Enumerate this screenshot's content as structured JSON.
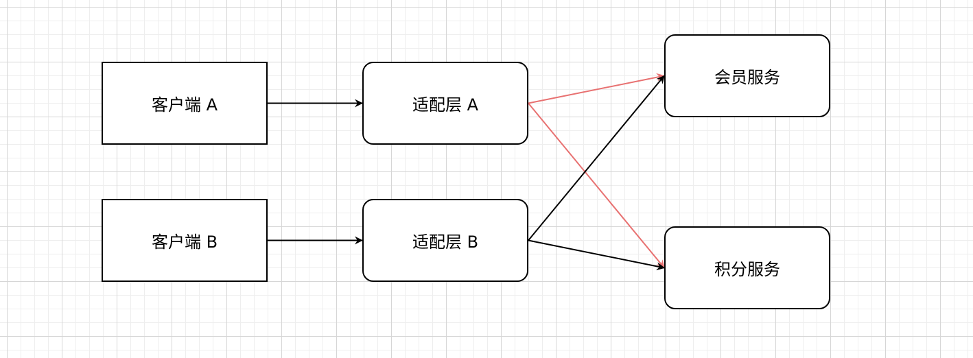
{
  "diagram": {
    "nodes": [
      {
        "id": "client-a",
        "label": "客户端 A",
        "shape": "rect"
      },
      {
        "id": "client-b",
        "label": "客户端 B",
        "shape": "rect"
      },
      {
        "id": "adapter-a",
        "label": "适配层 A",
        "shape": "rounded"
      },
      {
        "id": "adapter-b",
        "label": "适配层 B",
        "shape": "rounded"
      },
      {
        "id": "member-service",
        "label": "会员服务",
        "shape": "rounded"
      },
      {
        "id": "points-service",
        "label": "积分服务",
        "shape": "rounded"
      }
    ],
    "edges": [
      {
        "from": "client-a",
        "to": "adapter-a",
        "color": "#000000"
      },
      {
        "from": "client-b",
        "to": "adapter-b",
        "color": "#000000"
      },
      {
        "from": "adapter-a",
        "to": "member-service",
        "color": "#e87171"
      },
      {
        "from": "adapter-a",
        "to": "points-service",
        "color": "#e87171"
      },
      {
        "from": "adapter-b",
        "to": "member-service",
        "color": "#000000"
      },
      {
        "from": "adapter-b",
        "to": "points-service",
        "color": "#000000"
      }
    ]
  }
}
